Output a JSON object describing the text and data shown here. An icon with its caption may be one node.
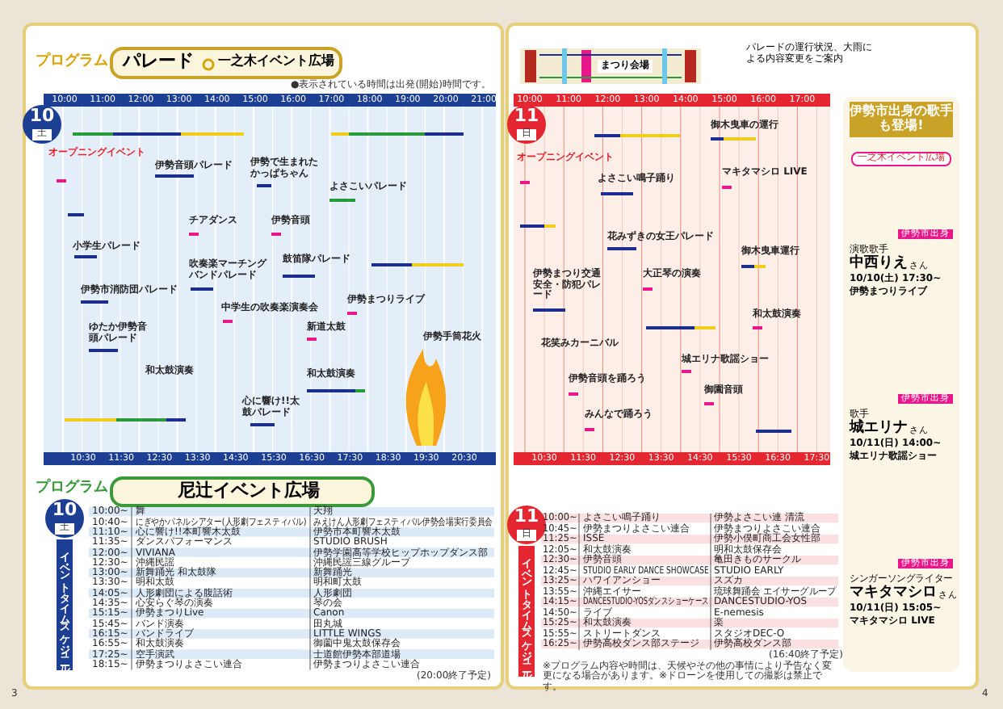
{
  "diagram": {
    "nodes": [
      {
        "text": [
          "パレード",
          "一之木イベント広場"
        ]
      },
      {
        "text": [
          "尼辻イベント広場"
        ]
      },
      {
        "text": [
          "10",
          "土"
        ]
      },
      {
        "text": [
          "11",
          "日"
        ]
      },
      {
        "text": [
          "10",
          "土"
        ]
      },
      {
        "text": [
          "イベントタイムスケジュール"
        ]
      },
      {
        "text": [
          "11",
          "日"
        ]
      },
      {
        "text": [
          "イベントタイムスケジュール"
        ]
      },
      {
        "text": [
          "伊勢市出身の歌手も登場!",
          "一之木イベント広場"
        ]
      },
      {
        "text": [
          "伊勢市出身",
          "演歌歌手",
          "中西りえ",
          "さん",
          "10/10(土) 17:30~",
          "伊勢まつりライブ"
        ],
        "in": 8
      },
      {
        "text": [
          "伊勢市出身",
          "歌手",
          "城エリナ",
          "さん",
          "10/11(日) 14:00~",
          "城エリナ歌謡ショー"
        ],
        "in": 8
      },
      {
        "text": [
          "伊勢市出身",
          "シンガーソングライター",
          "マキタマシロ",
          "さん",
          "10/11(日) 15:05~",
          "マキタマシロ LIVE"
        ],
        "in": 8
      },
      {
        "text": [
          "パレードの運行状況、大雨による内容変更をご案内"
        ]
      },
      {
        "text": [
          "まつり会場"
        ]
      }
    ],
    "labels": [
      "プログラム",
      "●表示されている時間は出発(開始)時間です。",
      "10:00",
      "11:00",
      "12:00",
      "13:00",
      "14:00",
      "15:00",
      "16:00",
      "17:00",
      "18:00",
      "19:00",
      "20:00",
      "21:00",
      "10:30",
      "11:30",
      "12:30",
      "13:30",
      "14:30",
      "15:30",
      "16:30",
      "17:30",
      "18:30",
      "19:30",
      "20:30",
      "10:00",
      "11:00",
      "12:00",
      "13:00",
      "14:00",
      "15:00",
      "16:00",
      "17:00",
      "10:30",
      "11:30",
      "12:30",
      "13:30",
      "14:30",
      "15:30",
      "16:30",
      "17:30",
      "オープニングイベント",
      "伊勢音頭パレード",
      "伊勢で生まれたかっぱちゃん",
      "チアダンス",
      "伊勢音頭",
      "小学生パレード",
      "吹奏楽マーチングバンドパレード",
      "鼓笛隊パレード",
      "伊勢市消防団パレード",
      "中学生の吹奏楽演奏会",
      "新道太鼓",
      "ゆたか伊勢音頭パレード",
      "よさこいパレード",
      "伊勢まつりライブ",
      "伊勢手筒花火",
      "和太鼓演奏",
      "和太鼓演奏",
      "心に響け!!太鼓パレード",
      "オープニングイベント",
      "御木曳車の運行",
      "よさこい鳴子踊り",
      "マキタマシロ LIVE",
      "花みずきの女王パレード",
      "御木曳車運行",
      "伊勢まつり交通安全・防犯パレード",
      "大正琴の演奏",
      "和太鼓演奏",
      "花笑みカーニバル",
      "城エリナ歌謡ショー",
      "伊勢音頭を踊ろう",
      "御園音頭",
      "みんなで踊ろう",
      "プログラム",
      "10:00~",
      "舞",
      "天翔",
      "10:40~",
      "にぎやかパネルシアター(人形劇フェスティバル)",
      "みえけん人形劇フェスティバル伊勢会場実行委員会",
      "11:10~",
      "心に響け!!本町響木太鼓",
      "伊勢市本町響木太鼓",
      "11:35~",
      "ダンスパフォーマンス",
      "STUDIO BRUSH",
      "12:00~",
      "VIVIANA",
      "伊勢学園高等学校ヒップホップダンス部",
      "12:30~",
      "沖縄民謡",
      "沖縄民謡三線グループ",
      "13:00~",
      "新舞踊光 和太鼓隊",
      "新舞踊光",
      "13:30~",
      "明和太鼓",
      "明和町太鼓",
      "14:05~",
      "人形劇団による腹話術",
      "人形劇団",
      "14:35~",
      "心安らぐ琴の演奏",
      "琴の会",
      "15:15~",
      "伊勢まつりLive",
      "Canon",
      "15:45~",
      "バンド演奏",
      "田丸城",
      "16:15~",
      "バンドライブ",
      "LITTLE WINGS",
      "16:55~",
      "和太鼓演奏",
      "御薗中鬼太鼓保存会",
      "17:25~",
      "空手演武",
      "士道館伊勢本部道場",
      "18:15~",
      "伊勢まつりよさこい連合",
      "伊勢まつりよさこい連合",
      "(20:00終了予定)",
      "10:00~",
      "よさこい鳴子踊り",
      "伊勢よさこい連 清流",
      "10:45~",
      "伊勢まつりよさこい連合",
      "伊勢まつりよさこい連合",
      "11:25~",
      "ISSE",
      "伊勢小俣町商工会女性部",
      "12:05~",
      "和太鼓演奏",
      "明和太鼓保存会",
      "12:30~",
      "伊勢音頭",
      "亀田きものサークル",
      "12:45~",
      "STUDIO EARLY DANCE SHOWCASE",
      "STUDIO EARLY",
      "13:25~",
      "ハワイアンショー",
      "スズカ",
      "13:55~",
      "沖縄エイサー",
      "琉球舞踊会 エイサーグループ",
      "14:15~",
      "DANCESTUDIO-YOSダンスショーケース",
      "DANCESTUDIO-YOS",
      "14:50~",
      "ライブ",
      "E-nemesis",
      "15:25~",
      "和太鼓演奏",
      "楽",
      "15:55~",
      "ストリートダンス",
      "スタジオDEC-O",
      "16:25~",
      "伊勢高校ダンス部ステージ",
      "伊勢高校ダンス部",
      "(16:40終了予定)",
      "※プログラム内容や時間は、天候やその他の事情により予告なく変更になる場合があります。※ドローンを使用しての撮影は禁止です。",
      "3",
      "4"
    ]
  }
}
